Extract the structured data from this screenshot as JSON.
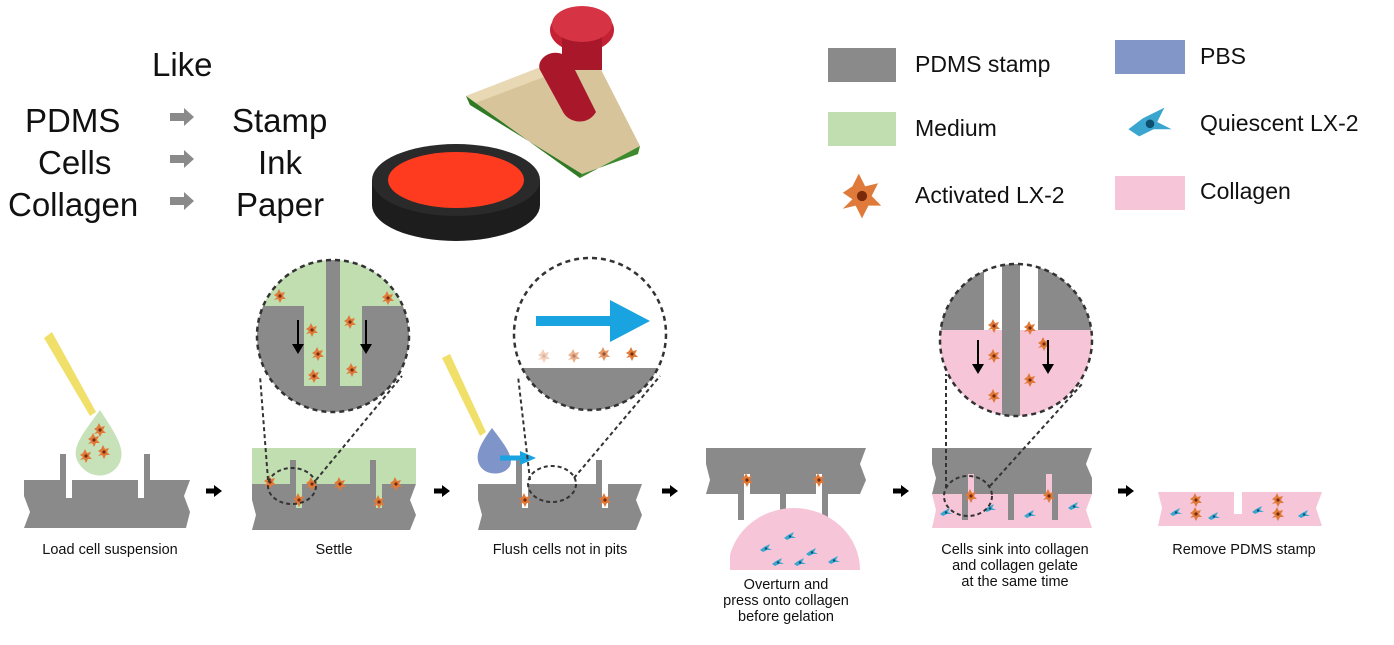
{
  "analogy": {
    "header": "Like",
    "rows": [
      {
        "left": "PDMS",
        "right": "Stamp"
      },
      {
        "left": "Cells",
        "right": "Ink"
      },
      {
        "left": "Collagen",
        "right": "Paper"
      }
    ]
  },
  "legend": [
    {
      "label": "PDMS stamp",
      "color": "#8a8a8a",
      "kind": "swatch"
    },
    {
      "label": "PBS",
      "color": "#8297c8",
      "kind": "swatch"
    },
    {
      "label": "Medium",
      "color": "#c1deb1",
      "kind": "swatch"
    },
    {
      "label": "Quiescent LX-2",
      "color": "#58b7d6",
      "kind": "cell"
    },
    {
      "label": "Activated LX-2",
      "color": "#f0a070",
      "kind": "cell"
    },
    {
      "label": "Collagen",
      "color": "#f6c6d8",
      "kind": "swatch"
    }
  ],
  "steps": [
    {
      "label": "Load cell suspension"
    },
    {
      "label": "Settle"
    },
    {
      "label": "Flush cells not in pits"
    },
    {
      "label_lines": [
        "Overturn and",
        "press onto collagen",
        "before gelation"
      ]
    },
    {
      "label_lines": [
        "Cells sink into collagen",
        "and collagen gelate",
        "at the same time"
      ]
    },
    {
      "label": "Remove PDMS stamp"
    }
  ],
  "colors": {
    "pdms": "#8a8a8a",
    "medium": "#c1deb1",
    "pbs": "#7f95c9",
    "collagen": "#f6c6d8",
    "activated": "#e07a3a",
    "quiescent": "#3aa6cf",
    "flow_arrow": "#19a3e0",
    "ink_red": "#ff3b1f",
    "stamp_wood": "#d8c49a",
    "stamp_handle": "#a8182a"
  },
  "icons": {
    "arrow": "right-arrow-icon",
    "stamp": "rubber-stamp-icon",
    "pipette": "pipette-icon"
  }
}
